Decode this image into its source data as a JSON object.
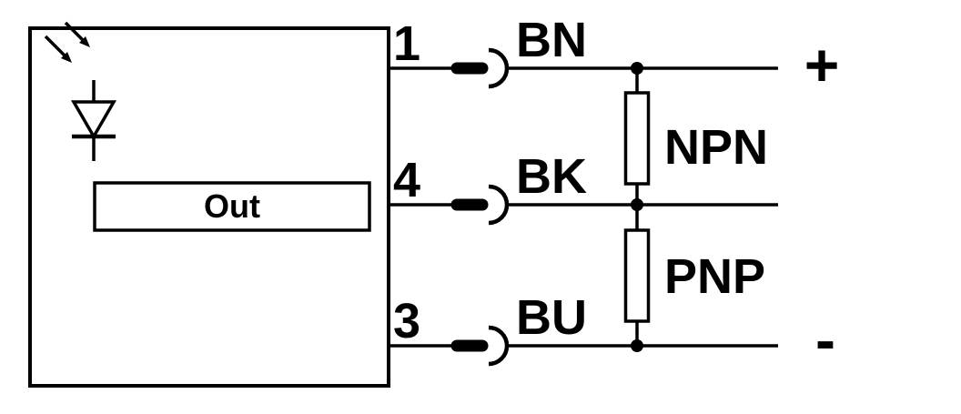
{
  "diagram": {
    "type": "sensor-wiring-diagram",
    "sensor": {
      "output_label": "Out",
      "indicator_icon": "led-photodiode"
    },
    "pins": [
      {
        "number": "1",
        "wire_color": "BN"
      },
      {
        "number": "4",
        "wire_color": "BK"
      },
      {
        "number": "3",
        "wire_color": "BU"
      }
    ],
    "loads": [
      {
        "label": "NPN"
      },
      {
        "label": "PNP"
      }
    ],
    "terminals": {
      "positive": "+",
      "negative": "-"
    },
    "colors": {
      "line": "#000000",
      "background": "#ffffff"
    }
  }
}
